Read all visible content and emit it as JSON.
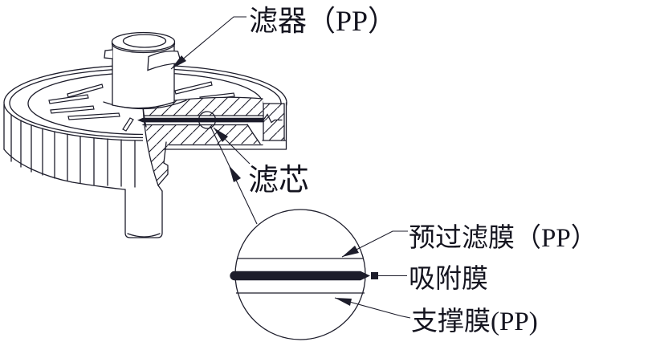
{
  "diagram": {
    "title_note": "syringe filter cutaway technical drawing",
    "background_color": "#ffffff",
    "line_color": "#1d1d2b",
    "text_color": "#14141f",
    "labels": {
      "filter_device": "滤器（PP）",
      "filter_core": "滤芯",
      "prefilter_membrane": "预过滤膜（PP）",
      "adsorption_membrane": "吸附膜",
      "support_membrane": "支撑膜(PP)"
    },
    "detail_view": {
      "layers_top_to_bottom": [
        "预过滤膜（PP）",
        "吸附膜",
        "支撑膜(PP)"
      ]
    }
  }
}
